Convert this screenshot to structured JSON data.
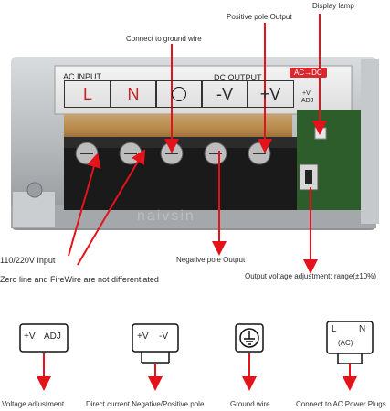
{
  "annotations": {
    "display_lamp": "Display lamp",
    "positive_pole_output": "Positive pole Output",
    "connect_ground": "Connect to ground wire",
    "input_voltage": "110/220V  Input",
    "zero_fire": "Zero line and  FireWire are not differentiated",
    "negative_pole_output": "Negative pole Output",
    "output_voltage_adj": "Output voltage adjustment: range(±10%)"
  },
  "panel": {
    "ac_input": "AC INPUT",
    "dc_output": "DC OUTPUT",
    "ac_dc_badge": "AC→DC",
    "terminals": [
      "L",
      "N",
      "",
      "-V",
      "+V"
    ],
    "adj_plus_v": "+V",
    "adj_label": "ADJ",
    "watermark": "naivsin"
  },
  "icons": {
    "voltage_adjust": {
      "a": "+V",
      "b": "ADJ"
    },
    "dc_output": {
      "a": "+V",
      "b": "-V"
    },
    "ac_power": {
      "a": "L",
      "b": "N",
      "c": "(AC)"
    }
  },
  "bottom_labels": {
    "voltage_adjustment": "Voltage adjustment",
    "direct_current": "Direct current Negative/Positive pole",
    "ground_wire": "Ground wire",
    "connect_ac": "Connect to AC Power Plugs"
  },
  "colors": {
    "arrow": "#e3121b",
    "terminal_block": "#1a1a1a",
    "housing": "#b9bdc1"
  }
}
